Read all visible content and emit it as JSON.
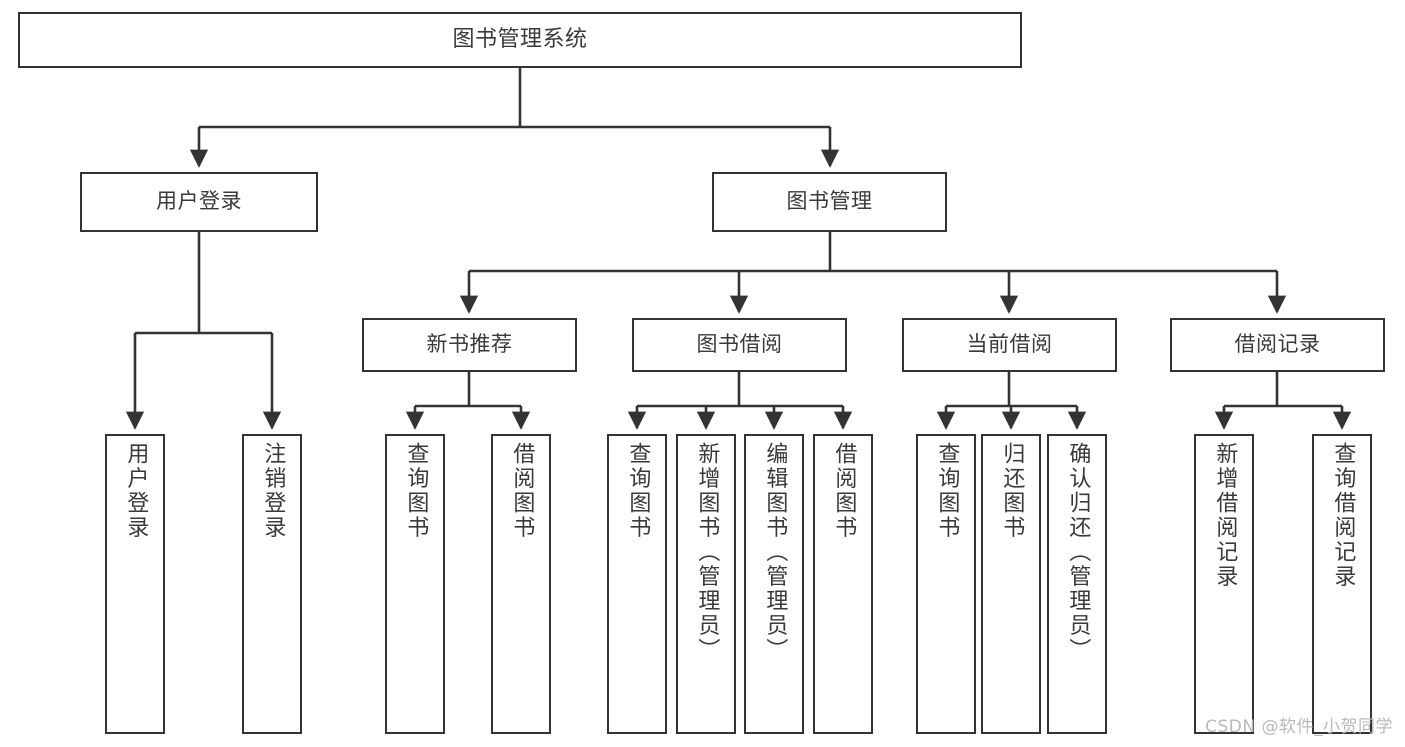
{
  "diagram": {
    "type": "tree-hierarchy",
    "title": "图书管理系统",
    "root": {
      "label": "图书管理系统"
    },
    "level2": [
      {
        "label": "用户登录"
      },
      {
        "label": "图书管理"
      }
    ],
    "level3": [
      {
        "label": "新书推荐"
      },
      {
        "label": "图书借阅"
      },
      {
        "label": "当前借阅"
      },
      {
        "label": "借阅记录"
      }
    ],
    "leaves": [
      {
        "label": "用户登录",
        "parent": "用户登录"
      },
      {
        "label": "注销登录",
        "parent": "用户登录"
      },
      {
        "label": "查询图书",
        "parent": "新书推荐"
      },
      {
        "label": "借阅图书",
        "parent": "新书推荐"
      },
      {
        "label": "查询图书",
        "parent": "图书借阅"
      },
      {
        "label": "新增图书（管理员）",
        "parent": "图书借阅"
      },
      {
        "label": "编辑图书（管理员）",
        "parent": "图书借阅"
      },
      {
        "label": "借阅图书",
        "parent": "图书借阅"
      },
      {
        "label": "查询图书",
        "parent": "当前借阅"
      },
      {
        "label": "归还图书",
        "parent": "当前借阅"
      },
      {
        "label": "确认归还（管理员）",
        "parent": "当前借阅"
      },
      {
        "label": "新增借阅记录",
        "parent": "借阅记录"
      },
      {
        "label": "查询借阅记录",
        "parent": "借阅记录"
      }
    ]
  },
  "watermark": {
    "text": "CSDN @软件_小贺同学"
  },
  "colors": {
    "box_border": "#333333",
    "box_fill": "#ffffff",
    "text": "#3a3a3a",
    "connector": "#333333",
    "watermark": "#b9b9b9",
    "background": "#ffffff"
  }
}
